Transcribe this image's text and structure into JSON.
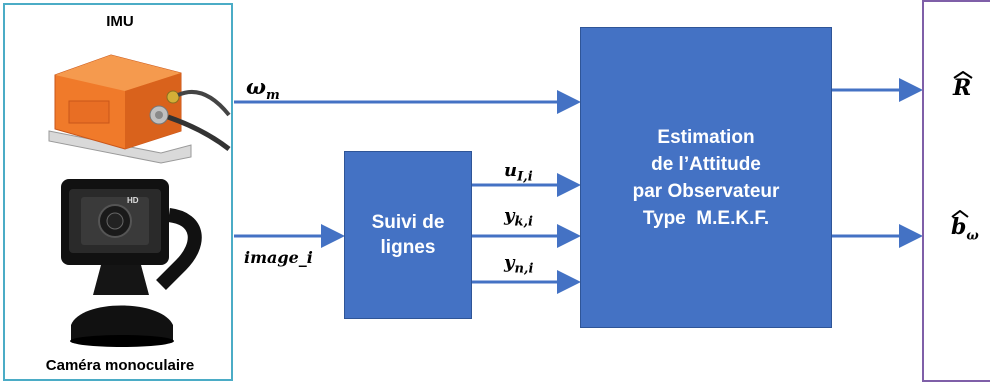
{
  "sensors": {
    "imu_title": "IMU",
    "camera_title": "Caméra monoculaire",
    "imu_icon": "imu-device-icon",
    "camera_icon": "webcam-icon",
    "camera_brand": "HD"
  },
  "signals": {
    "omega": "ω",
    "omega_sub": "m",
    "image": "image_i",
    "u": "u",
    "u_sub": "I,i",
    "yk": "y",
    "yk_sub": "k,i",
    "yn": "y",
    "yn_sub": "n,i"
  },
  "blocks": {
    "suivi_line1": "Suivi de",
    "suivi_line2": "lignes",
    "est_line1": "Estimation",
    "est_line2": "de l’Attitude",
    "est_line3": "par Observateur",
    "est_line4": "Type  M.E.K.F."
  },
  "outputs": {
    "r": "R",
    "b": "b",
    "b_sub": "ω"
  },
  "colors": {
    "block_fill": "#4472c4",
    "arrow": "#4472c4",
    "sensor_border": "#4bacc6",
    "output_border": "#7f5fa8",
    "imu_orange": "#f07a2a"
  }
}
